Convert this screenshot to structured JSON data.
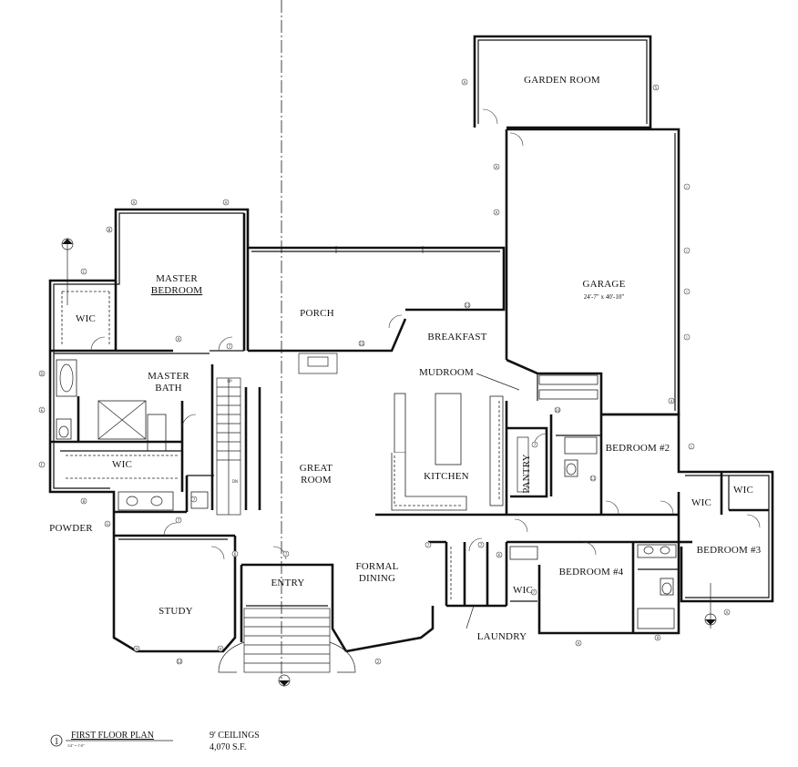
{
  "rooms": {
    "garden_room": "GARDEN ROOM",
    "master_bedroom_1": "MASTER",
    "master_bedroom_2": "BEDROOM",
    "wic_master": "WIC",
    "porch": "PORCH",
    "breakfast": "BREAKFAST",
    "garage": "GARAGE",
    "garage_size": "24'-7\" x 40'-10\"",
    "master_bath_1": "MASTER",
    "master_bath_2": "BATH",
    "mudroom": "MUDROOM",
    "wic_bath": "WIC",
    "great_room_1": "GREAT",
    "great_room_2": "ROOM",
    "kitchen": "KITCHEN",
    "pantry": "PANTRY",
    "bedroom_2": "BEDROOM #2",
    "wic_bed2": "WIC",
    "wic_bed3": "WIC",
    "powder": "POWDER",
    "bedroom_3": "BEDROOM #3",
    "entry": "ENTRY",
    "formal_dining_1": "FORMAL",
    "formal_dining_2": "DINING",
    "bedroom_4": "BEDROOM #4",
    "wic_bed4": "WIC",
    "study": "STUDY",
    "laundry": "LAUNDRY"
  },
  "title_block": {
    "number": "1",
    "title": "FIRST FLOOR PLAN",
    "scale": "1/4\" = 1'-0\"",
    "ceilings": "9' CEILINGS",
    "area": "4,070 S.F."
  },
  "markers": {
    "door": "7",
    "window": "A",
    "window_b": "B",
    "window_c": "C",
    "window_d": "D",
    "window_e": "E",
    "window_f": "F",
    "window_g": "G",
    "window_h": "H",
    "window_i": "I",
    "window_j": "J",
    "window_k": "K",
    "door_2": "2",
    "door_4": "4",
    "door_5": "5",
    "door_6": "6",
    "door_8": "8",
    "door_9": "9",
    "door_10": "10",
    "door_11": "11",
    "door_12": "12",
    "door_13": "13",
    "door_15": "15",
    "sign_up": "UP",
    "sign_dn": "DN"
  }
}
